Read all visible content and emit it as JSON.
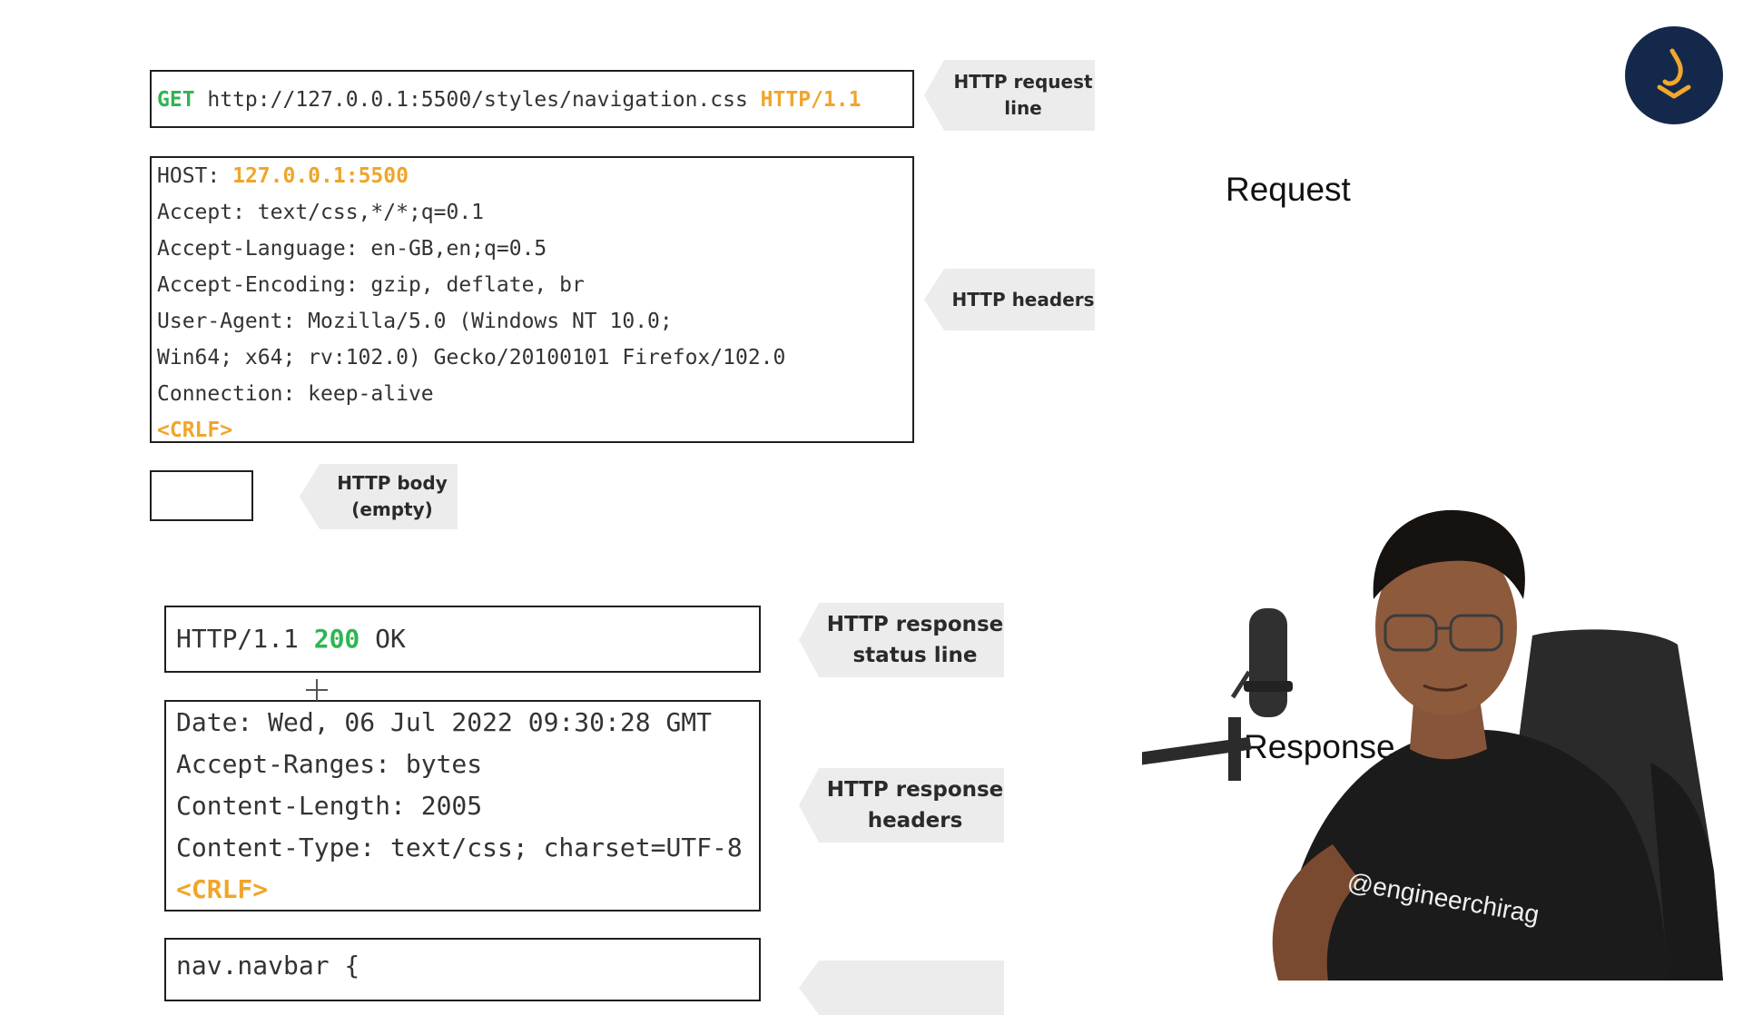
{
  "request": {
    "request_line": {
      "method": "GET",
      "url": " http://127.0.0.1:5500/styles/navigation.css ",
      "version": "HTTP/1.1"
    },
    "host": {
      "key": "HOST: ",
      "value": "127.0.0.1:5500"
    },
    "header_lines": [
      "Accept: text/css,*/*;q=0.1",
      "Accept-Language: en-GB,en;q=0.5",
      "Accept-Encoding: gzip, deflate, br",
      "User-Agent: Mozilla/5.0 (Windows NT 10.0;",
      "Win64; x64; rv:102.0) Gecko/20100101 Firefox/102.0",
      "Connection: keep-alive"
    ],
    "crlf": "<CRLF>"
  },
  "response": {
    "status_line": {
      "version": "HTTP/1.1 ",
      "code": "200",
      "text": " OK"
    },
    "header_lines": [
      "Date: Wed, 06 Jul 2022 09:30:28 GMT",
      "Accept-Ranges: bytes",
      "Content-Length: 2005",
      "Content-Type: text/css; charset=UTF-8"
    ],
    "crlf": "<CRLF>",
    "body_line": "nav.navbar {"
  },
  "callouts": {
    "request_line_l1": "HTTP request",
    "request_line_l2": "line",
    "headers": "HTTP headers",
    "body_l1": "HTTP body",
    "body_l2": "(empty)",
    "response_status_l1": "HTTP response",
    "response_status_l2": "status line",
    "response_headers_l1": "HTTP response",
    "response_headers_l2": "headers"
  },
  "side_labels": {
    "request": "Request",
    "response": "Response"
  },
  "presenter": {
    "shirt_text": "@engineerchirag"
  },
  "colors": {
    "method_green": "#2fb553",
    "highlight_orange": "#f0a52a",
    "logo_bg": "#14284b",
    "logo_accent": "#f2a72c"
  },
  "icons": {
    "logo": "channel-logo-icon",
    "cursor": "crosshair-cursor-icon"
  }
}
